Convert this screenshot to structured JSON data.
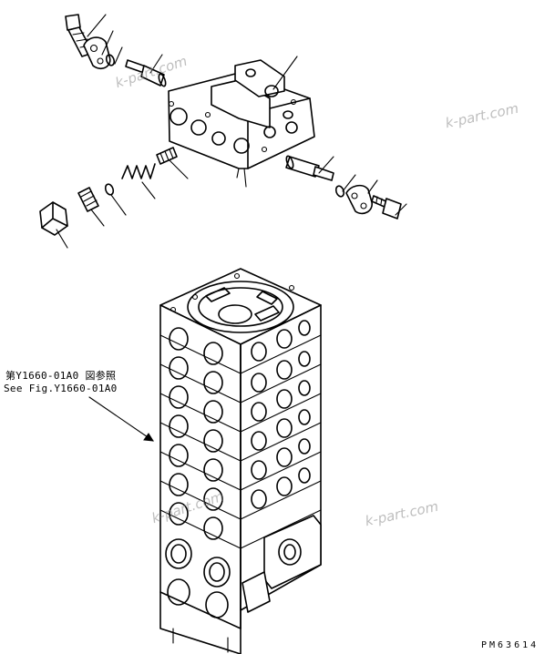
{
  "reference_note": {
    "line_jp": "第Y1660-01A0 図参照",
    "line_en": "See Fig.Y1660-01A0"
  },
  "drawing_code": "PM63614",
  "watermarks": [
    "k-part.com",
    "k-part.com",
    "k-part.com",
    "k-part.com"
  ]
}
